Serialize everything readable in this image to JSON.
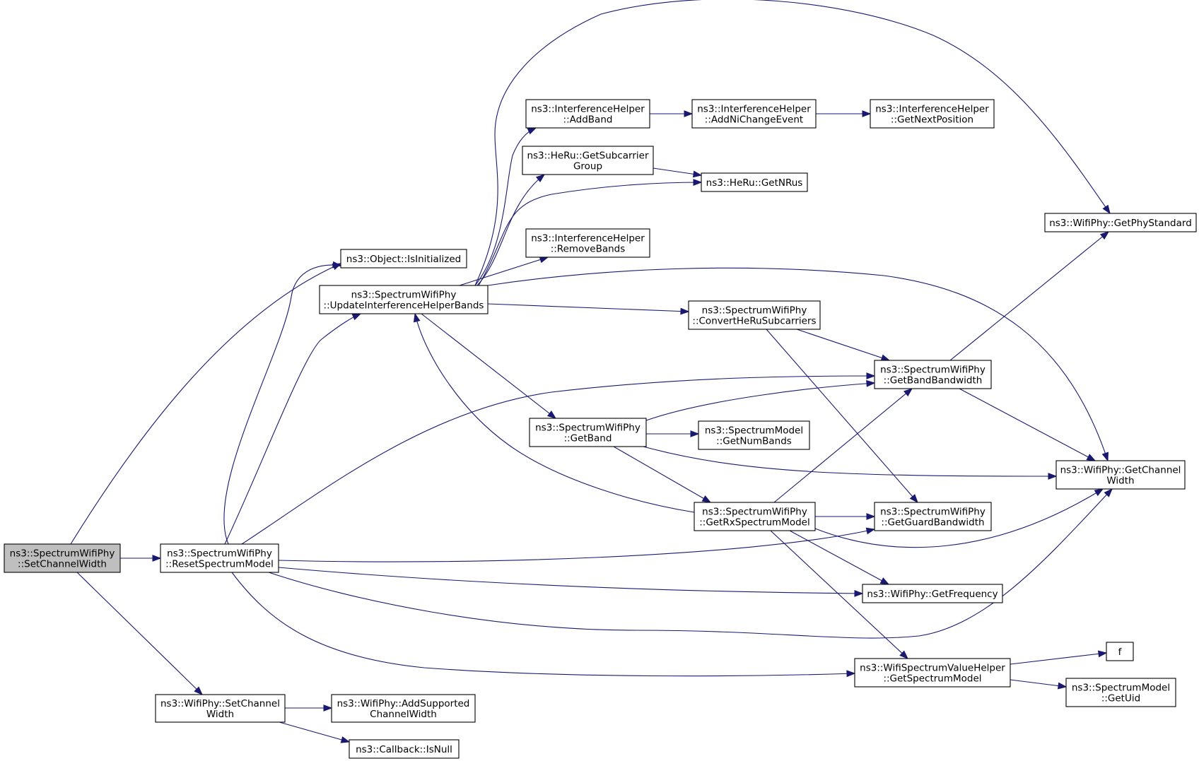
{
  "graph": {
    "nodes": [
      {
        "id": "SetChannelWidth",
        "lines": [
          "ns3::SpectrumWifiPhy",
          "::SetChannelWidth"
        ],
        "highlighted": true
      },
      {
        "id": "ResetSpectrumModel",
        "lines": [
          "ns3::SpectrumWifiPhy",
          "::ResetSpectrumModel"
        ]
      },
      {
        "id": "WifiSetChannelWidth",
        "lines": [
          "ns3::WifiPhy::SetChannel",
          "Width"
        ]
      },
      {
        "id": "IsInitialized",
        "lines": [
          "ns3::Object::IsInitialized"
        ]
      },
      {
        "id": "UpdateBands",
        "lines": [
          "ns3::SpectrumWifiPhy",
          "::UpdateInterferenceHelperBands"
        ]
      },
      {
        "id": "AddSupported",
        "lines": [
          "ns3::WifiPhy::AddSupported",
          "ChannelWidth"
        ]
      },
      {
        "id": "IsNull",
        "lines": [
          "ns3::Callback::IsNull"
        ]
      },
      {
        "id": "AddBand",
        "lines": [
          "ns3::InterferenceHelper",
          "::AddBand"
        ]
      },
      {
        "id": "GetSubcarrierGroup",
        "lines": [
          "ns3::HeRu::GetSubcarrier",
          "Group"
        ]
      },
      {
        "id": "RemoveBands",
        "lines": [
          "ns3::InterferenceHelper",
          "::RemoveBands"
        ]
      },
      {
        "id": "GetBand",
        "lines": [
          "ns3::SpectrumWifiPhy",
          "::GetBand"
        ]
      },
      {
        "id": "GetRxSpectrumModel",
        "lines": [
          "ns3::SpectrumWifiPhy",
          "::GetRxSpectrumModel"
        ]
      },
      {
        "id": "AddNiChangeEvent",
        "lines": [
          "ns3::InterferenceHelper",
          "::AddNiChangeEvent"
        ]
      },
      {
        "id": "GetNRus",
        "lines": [
          "ns3::HeRu::GetNRus"
        ]
      },
      {
        "id": "ConvertHeRu",
        "lines": [
          "ns3::SpectrumWifiPhy",
          "::ConvertHeRuSubcarriers"
        ]
      },
      {
        "id": "GetNumBands",
        "lines": [
          "ns3::SpectrumModel",
          "::GetNumBands"
        ]
      },
      {
        "id": "GetNextPosition",
        "lines": [
          "ns3::InterferenceHelper",
          "::GetNextPosition"
        ]
      },
      {
        "id": "GetBandBandwidth",
        "lines": [
          "ns3::SpectrumWifiPhy",
          "::GetBandBandwidth"
        ]
      },
      {
        "id": "GetGuardBandwidth",
        "lines": [
          "ns3::SpectrumWifiPhy",
          "::GetGuardBandwidth"
        ]
      },
      {
        "id": "GetFrequency",
        "lines": [
          "ns3::WifiPhy::GetFrequency"
        ]
      },
      {
        "id": "GetSpectrumModel",
        "lines": [
          "ns3::WifiSpectrumValueHelper",
          "::GetSpectrumModel"
        ]
      },
      {
        "id": "GetPhyStandard",
        "lines": [
          "ns3::WifiPhy::GetPhyStandard"
        ]
      },
      {
        "id": "GetChannelWidth",
        "lines": [
          "ns3::WifiPhy::GetChannel",
          "Width"
        ]
      },
      {
        "id": "f",
        "lines": [
          "f"
        ]
      },
      {
        "id": "GetUid",
        "lines": [
          "ns3::SpectrumModel",
          "::GetUid"
        ]
      }
    ],
    "edges": [
      {
        "from": "SetChannelWidth",
        "to": "ResetSpectrumModel"
      },
      {
        "from": "SetChannelWidth",
        "to": "WifiSetChannelWidth"
      },
      {
        "from": "SetChannelWidth",
        "to": "IsInitialized"
      },
      {
        "from": "ResetSpectrumModel",
        "to": "IsInitialized"
      },
      {
        "from": "ResetSpectrumModel",
        "to": "UpdateBands"
      },
      {
        "from": "ResetSpectrumModel",
        "to": "GetBandBandwidth"
      },
      {
        "from": "ResetSpectrumModel",
        "to": "GetGuardBandwidth"
      },
      {
        "from": "ResetSpectrumModel",
        "to": "GetFrequency"
      },
      {
        "from": "ResetSpectrumModel",
        "to": "GetChannelWidth"
      },
      {
        "from": "ResetSpectrumModel",
        "to": "GetSpectrumModel"
      },
      {
        "from": "WifiSetChannelWidth",
        "to": "AddSupported"
      },
      {
        "from": "WifiSetChannelWidth",
        "to": "IsNull"
      },
      {
        "from": "UpdateBands",
        "to": "AddBand"
      },
      {
        "from": "UpdateBands",
        "to": "GetSubcarrierGroup"
      },
      {
        "from": "UpdateBands",
        "to": "GetNRus"
      },
      {
        "from": "UpdateBands",
        "to": "RemoveBands"
      },
      {
        "from": "UpdateBands",
        "to": "GetPhyStandard"
      },
      {
        "from": "UpdateBands",
        "to": "GetChannelWidth"
      },
      {
        "from": "UpdateBands",
        "to": "ConvertHeRu"
      },
      {
        "from": "UpdateBands",
        "to": "GetBand"
      },
      {
        "from": "AddBand",
        "to": "AddNiChangeEvent"
      },
      {
        "from": "AddNiChangeEvent",
        "to": "GetNextPosition"
      },
      {
        "from": "GetSubcarrierGroup",
        "to": "GetNRus"
      },
      {
        "from": "ConvertHeRu",
        "to": "GetBandBandwidth"
      },
      {
        "from": "ConvertHeRu",
        "to": "GetGuardBandwidth"
      },
      {
        "from": "GetBand",
        "to": "GetBandBandwidth"
      },
      {
        "from": "GetBand",
        "to": "GetNumBands"
      },
      {
        "from": "GetBand",
        "to": "GetChannelWidth"
      },
      {
        "from": "GetBand",
        "to": "GetRxSpectrumModel"
      },
      {
        "from": "GetRxSpectrumModel",
        "to": "UpdateBands"
      },
      {
        "from": "GetRxSpectrumModel",
        "to": "GetBandBandwidth"
      },
      {
        "from": "GetRxSpectrumModel",
        "to": "GetGuardBandwidth"
      },
      {
        "from": "GetRxSpectrumModel",
        "to": "GetChannelWidth"
      },
      {
        "from": "GetRxSpectrumModel",
        "to": "GetFrequency"
      },
      {
        "from": "GetRxSpectrumModel",
        "to": "GetSpectrumModel"
      },
      {
        "from": "GetBandBandwidth",
        "to": "GetPhyStandard"
      },
      {
        "from": "GetBandBandwidth",
        "to": "GetChannelWidth"
      },
      {
        "from": "GetSpectrumModel",
        "to": "f"
      },
      {
        "from": "GetSpectrumModel",
        "to": "GetUid"
      }
    ]
  },
  "colors": {
    "edge": "#191970",
    "root_fill": "#bfbfbf",
    "node_fill": "#ffffff",
    "node_border": "#000000"
  }
}
